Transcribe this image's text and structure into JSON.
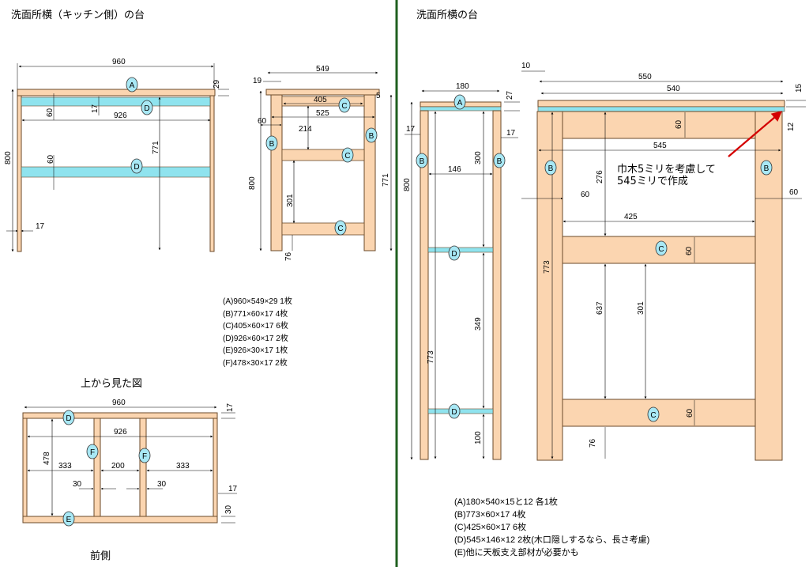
{
  "left_panel": {
    "title": "洗面所横（キッチン側）の台",
    "front_view": {
      "dims": {
        "width": "960",
        "top_thick": "29",
        "rail_height": "60",
        "rail_thick": "17",
        "inner_width": "926",
        "leg_height": "771",
        "height": "800",
        "leg_thick": "17"
      }
    },
    "side_view": {
      "dims": {
        "depth": "549",
        "overhang": "19",
        "top_gap": "5",
        "rail_width": "405",
        "inner_depth": "525",
        "leg_width": "60",
        "upper_gap": "214",
        "height": "800",
        "leg_height": "771",
        "lower_gap": "301",
        "bottom_gap": "76"
      }
    },
    "parts_list": [
      "(A)960×549×29  1枚",
      "(B)771×60×17  4枚",
      "(C)405×60×17  6枚",
      "(D)926×60×17  2枚",
      "(E)926×30×17  1枚",
      "(F)478×30×17  2枚"
    ],
    "top_view": {
      "title": "上から見た図",
      "front_caption": "前側",
      "dims": {
        "width": "960",
        "frame_thick": "17",
        "inner_width": "926",
        "depth": "478",
        "left_span": "333",
        "mid_span": "200",
        "right_span": "333",
        "slat_left": "30",
        "slat_right": "30",
        "side_thick": "17",
        "front_rail": "30"
      }
    }
  },
  "right_panel": {
    "title": "洗面所横の台",
    "side_view": {
      "dims": {
        "depth": "180",
        "top_thick": "27",
        "leg_thick_left": "17",
        "leg_thick_right": "17",
        "height": "800",
        "inner_width": "146",
        "upper_gap": "300",
        "middle_gap": "349",
        "leg_height": "773",
        "bottom_gap": "100"
      }
    },
    "front_view": {
      "dims": {
        "overhang": "10",
        "width": "550",
        "top_width": "540",
        "top_thick": "15",
        "sub_thick": "12",
        "rail_height": "60",
        "upper_gap": "276",
        "inner_width": "545",
        "leg_width_left": "60",
        "leg_width_right": "60",
        "rail_width": "425",
        "mid_rail_height": "60",
        "lower_rail_height": "60",
        "leg_height": "773",
        "gap_637": "637",
        "gap_301": "301",
        "bottom_gap": "76"
      },
      "note_line1": "巾木5ミリを考慮して",
      "note_line2": "545ミリで作成"
    },
    "parts_list": [
      "(A)180×540×15と12  各1枚",
      "(B)773×60×17  4枚",
      "(C)425×60×17  6枚",
      "(D)545×146×12  2枚(木口隠しするなら、長さ考慮)",
      "(E)他に天板支え部材が必要かも"
    ]
  },
  "part_labels": {
    "A": "A",
    "B": "B",
    "C": "C",
    "D": "D",
    "E": "E",
    "F": "F"
  },
  "colors": {
    "wood": "#fbd5b0",
    "wood_stroke": "#6b4a2a",
    "board_blue": "#8fe3ee",
    "label_fill": "#a8e8f5",
    "divider": "#1f5f1f",
    "arrow": "#d40000"
  }
}
